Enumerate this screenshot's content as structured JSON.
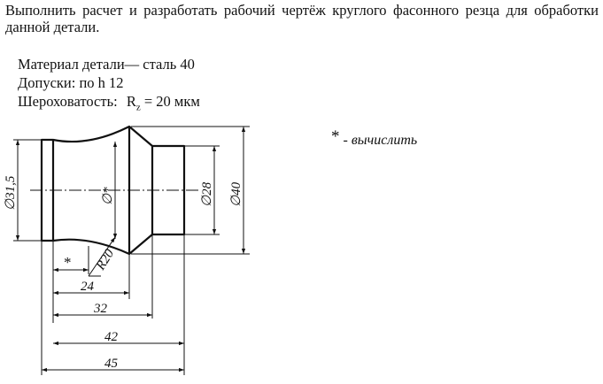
{
  "task": {
    "text": "Выполнить расчет и разработать рабочий чертёж круглого фасонного резца для обработки данной детали."
  },
  "specs": {
    "material": "Материал детали— сталь 40",
    "tolerance": "Допуски: по h 12",
    "roughness_prefix": "Шероховатость:",
    "roughness_symbol": "R",
    "roughness_sub": "z",
    "roughness_value": "= 20 мкм"
  },
  "note": {
    "star": "*",
    "text": " - вычислить"
  },
  "dimensions": {
    "d_left": "∅31,5",
    "d_neck": "∅*",
    "d_small": "∅28",
    "d_max": "∅40",
    "radius": "R20",
    "len_star": "*",
    "len_24": "24",
    "len_32": "32",
    "len_42": "42",
    "len_45": "45"
  },
  "colors": {
    "ink": "#111111",
    "paper": "#ffffff"
  }
}
